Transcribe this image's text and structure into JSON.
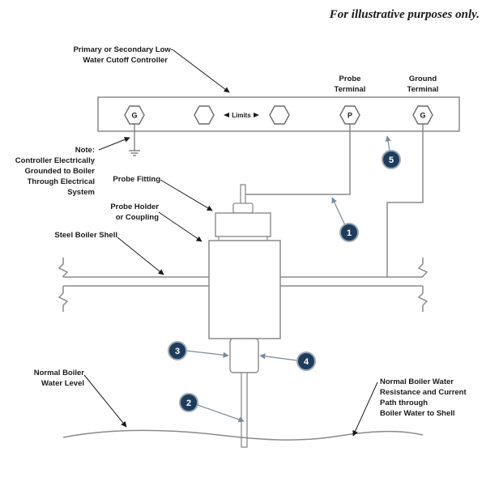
{
  "header": {
    "note": "For illustrative purposes only."
  },
  "controller": {
    "label_line1": "Primary or Secondary Low-",
    "label_line2": "Water Cutoff Controller",
    "terminals": [
      "G",
      "",
      "",
      "P",
      "G"
    ],
    "limits": "Limits",
    "probe_terminal_line1": "Probe",
    "probe_terminal_line2": "Terminal",
    "ground_terminal_line1": "Ground",
    "ground_terminal_line2": "Terminal"
  },
  "note": {
    "line1": "Note:",
    "line2": "Controller Electrically",
    "line3": "Grounded to Boiler",
    "line4": "Through Electrical",
    "line5": "System"
  },
  "labels": {
    "probe_fitting": "Probe Fitting",
    "probe_holder_line1": "Probe Holder",
    "probe_holder_line2": "or Coupling",
    "steel_shell": "Steel Boiler Shell",
    "water_level_line1": "Normal Boiler",
    "water_level_line2": "Water Level",
    "resistance_line1": "Normal Boiler Water",
    "resistance_line2": "Resistance and Current",
    "resistance_line3": "Path through",
    "resistance_line4": "Boiler Water to Shell"
  },
  "callouts": [
    "1",
    "2",
    "3",
    "4",
    "5"
  ],
  "colors": {
    "line": "#8a8a8a",
    "callout": "#1e3d5c",
    "text": "#1a1a1a"
  }
}
